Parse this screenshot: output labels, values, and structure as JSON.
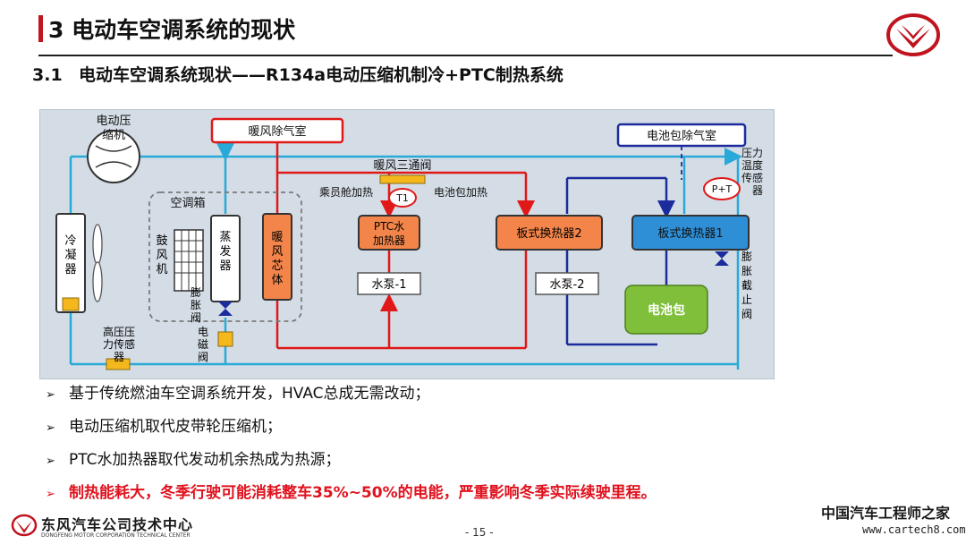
{
  "slide": {
    "title": "3 电动车空调系统的现状",
    "subtitle_num": "3.1",
    "subtitle_text": "电动车空调系统现状——R134a电动压缩机制冷+PTC制热系统",
    "brand_color": "#c0141f",
    "page_number": "- 15 -"
  },
  "diagram": {
    "labels": {
      "compressor_l1": "电动压",
      "compressor_l2": "缩机",
      "heater_defrost_room": "暖风除气室",
      "battery_defrost_room": "电池包除气室",
      "pt_sensor_l1": "压力",
      "pt_sensor_l2": "温度",
      "pt_sensor_l3": "传感",
      "pt_sensor_l4": "器",
      "pt_symbol": "P+T",
      "three_way_valve": "暖风三通阀",
      "t1": "T1",
      "cabin_heating": "乘员舱加热",
      "battery_heating": "电池包加热",
      "hvac_box": "空调箱",
      "condenser": [
        "冷",
        "凝",
        "器"
      ],
      "blower": [
        "鼓",
        "风",
        "机"
      ],
      "evaporator": [
        "蒸",
        "发",
        "器"
      ],
      "heater_core": [
        "暖",
        "风",
        "芯",
        "体"
      ],
      "ptc_heater_l1": "PTC水",
      "ptc_heater_l2": "加热器",
      "plate_hx2": "板式换热器2",
      "plate_hx1": "板式换热器1",
      "pump1": "水泵-1",
      "pump2": "水泵-2",
      "battery_pack": "电池包",
      "expansion_valve": [
        "膨",
        "胀",
        "阀"
      ],
      "expansion_stop_valve": [
        "膨",
        "胀",
        "截",
        "止",
        "阀"
      ],
      "hp_sensor_l1": "高压压",
      "hp_sensor_l2": "力传感",
      "hp_sensor_l3": "器",
      "solenoid_valve": [
        "电",
        "磁",
        "阀"
      ]
    },
    "colors": {
      "refrigerant_line": "#29a9d8",
      "heater_loop": "#e01818",
      "battery_loop": "#1c2c9c",
      "orange_box": "#f4854a",
      "blue_box": "#2f8fd6",
      "green_box": "#7fbf3a",
      "sensor_yellow": "#f5b81c"
    }
  },
  "bullets": [
    "基于传统燃油车空调系统开发，HVAC总成无需改动；",
    "电动压缩机取代皮带轮压缩机；",
    "PTC水加热器取代发动机余热成为热源；",
    "制热能耗大，冬季行驶可能消耗整车35%~50%的电能，严重影响冬季实际续驶里程。"
  ],
  "bullet_mark": "➢",
  "footer": {
    "company_cn": "东风汽车公司技术中心",
    "company_en": "DONGFENG MOTOR CORPORATION TECHNICAL CENTER"
  },
  "watermark": {
    "cn": "中国汽车工程师之家",
    "url": "www.cartech8.com"
  }
}
